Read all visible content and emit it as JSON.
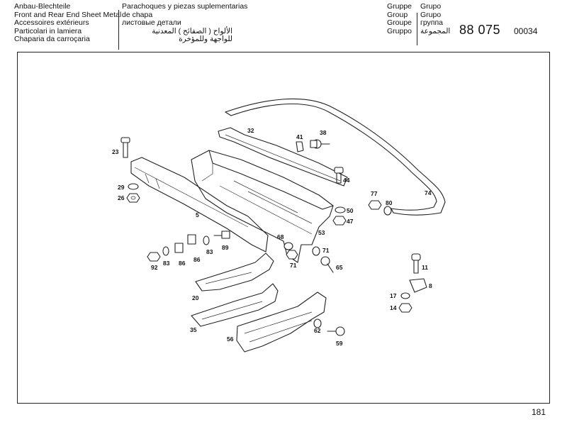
{
  "header": {
    "col1": [
      "Anbau-Blechteile",
      "Front and Rear End Sheet Metal",
      "Accessoires extérieurs",
      "Particolari in lamiera",
      "Chaparia da carroçaria"
    ],
    "col2": [
      "Parachoques y piezas suplementarias",
      "de chapa",
      "листовые детали",
      "الألواح ( الصفائح ) المعدنية",
      "للواجهة وللمؤخرة"
    ],
    "col3": [
      "Gruppe",
      "Group",
      "Groupe",
      "Gruppo"
    ],
    "col4": [
      "Grupo",
      "Grupo",
      "группа",
      "المجموعة"
    ],
    "group_number": "88 075",
    "page_code": "00034"
  },
  "callouts": [
    "23",
    "29",
    "26",
    "5",
    "32",
    "41",
    "38",
    "44",
    "50",
    "47",
    "77",
    "80",
    "74",
    "53",
    "68",
    "71",
    "71",
    "65",
    "89",
    "83",
    "86",
    "86",
    "83",
    "92",
    "20",
    "35",
    "56",
    "62",
    "59",
    "11",
    "8",
    "17",
    "14"
  ],
  "page_number": "181"
}
